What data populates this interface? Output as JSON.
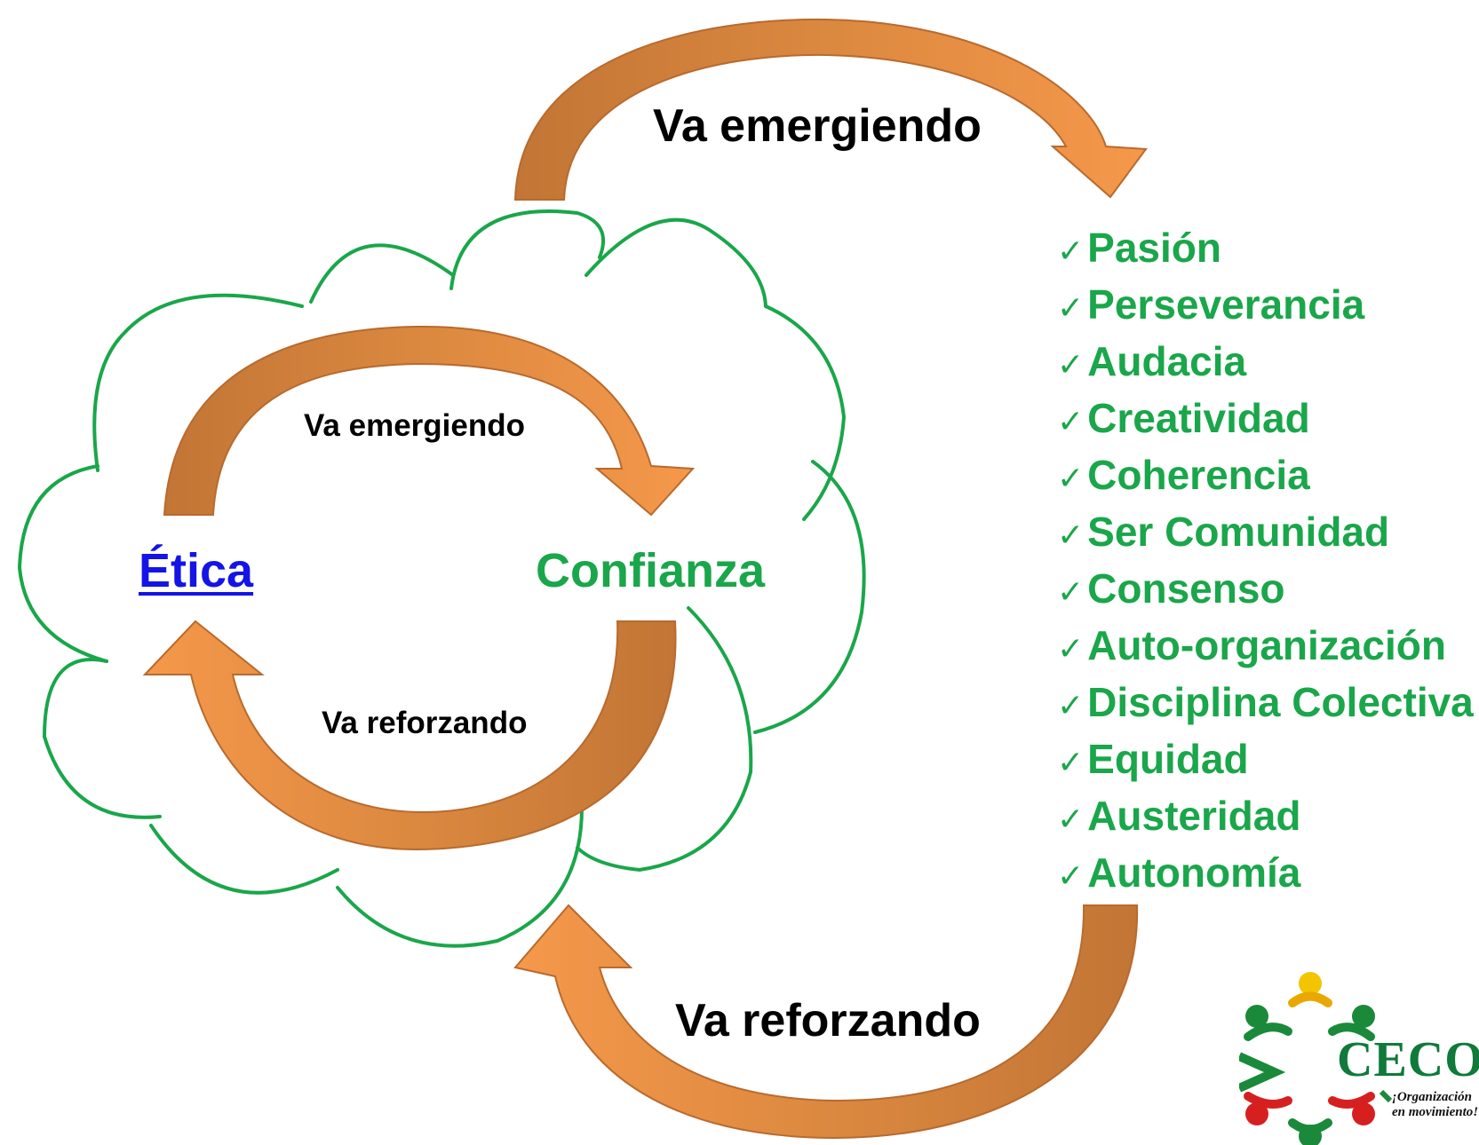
{
  "diagram": {
    "outer_top_label": "Va emergiendo",
    "outer_bottom_label": "Va reforzando",
    "inner_top_label": "Va emergiendo",
    "inner_bottom_label": "Va reforzando",
    "left_node": "Ética",
    "right_node": "Confianza"
  },
  "values_list": {
    "check_glyph": "✓",
    "items": [
      "Pasión",
      "Perseverancia",
      "Audacia",
      "Creatividad",
      "Coherencia",
      "Ser Comunidad",
      "Consenso",
      "Auto-organización",
      "Disciplina Colectiva",
      "Equidad",
      "Austeridad",
      "Autonomía"
    ]
  },
  "logo": {
    "name": "CECOSESOLA",
    "tagline": "¡Organización en movimiento!"
  },
  "colors": {
    "cloud_outline": "#1aa64a",
    "arrow_light": "#f5984a",
    "arrow_dark": "#c27535",
    "arrow_stroke": "#b86a2e",
    "link_blue": "#1414e6",
    "green_text": "#1aa64a"
  }
}
